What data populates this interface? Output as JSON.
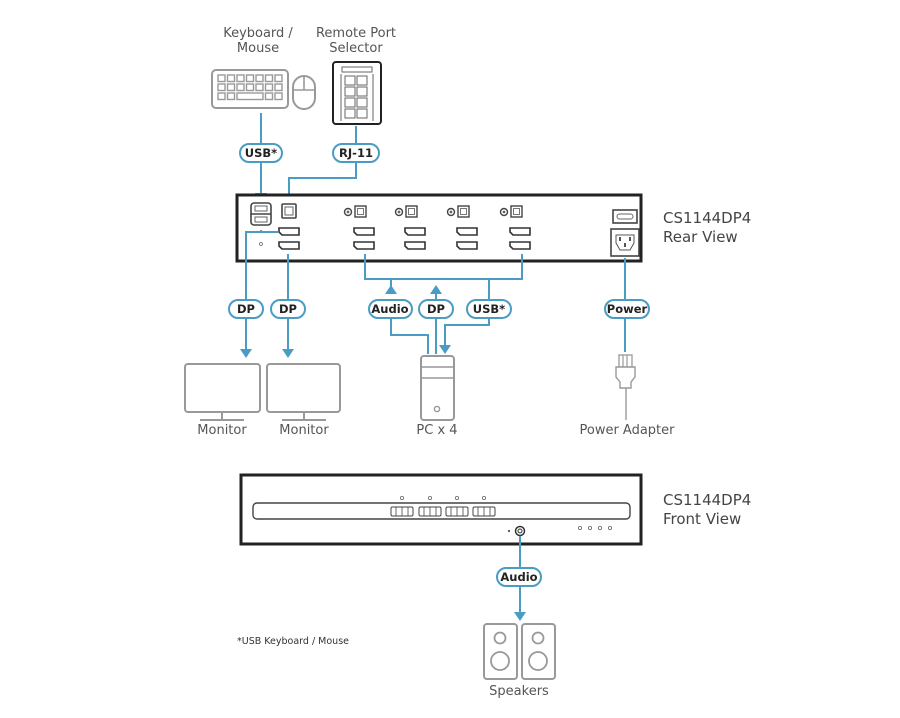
{
  "diagram": {
    "model": "CS1144DP4",
    "rear_view": {
      "model": "CS1144DP4",
      "caption": "Rear View"
    },
    "front_view": {
      "model": "CS1144DP4",
      "caption": "Front View"
    },
    "devices": {
      "keyboard_mouse": {
        "line1": "Keyboard /",
        "line2": "Mouse"
      },
      "remote_port_selector": {
        "line1": "Remote Port",
        "line2": "Selector"
      },
      "monitor_1": "Monitor",
      "monitor_2": "Monitor",
      "pc": "PC x 4",
      "power_adapter": "Power Adapter",
      "speakers": "Speakers"
    },
    "connections": {
      "keyboard_usb": "USB*",
      "remote_rj11": "RJ-11",
      "monitor1_dp": "DP",
      "monitor2_dp": "DP",
      "pc_audio": "Audio",
      "pc_dp": "DP",
      "pc_usb": "USB*",
      "power": "Power",
      "speakers_audio": "Audio"
    },
    "footnote": "*USB Keyboard / Mouse",
    "colors": {
      "cable": "#4a9cc4",
      "device_outline": "#999999",
      "chassis": "#222222"
    }
  }
}
